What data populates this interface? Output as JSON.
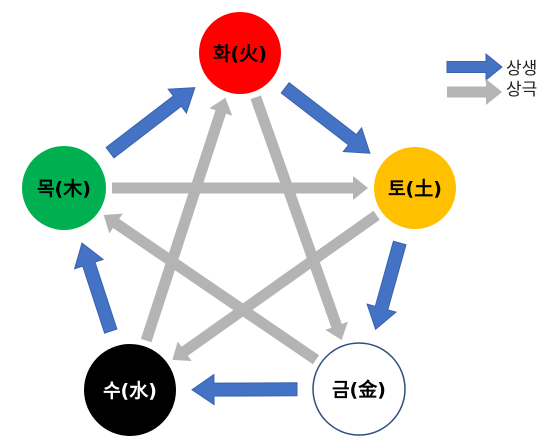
{
  "colors": {
    "generating_arrow": "#4472c4",
    "overcoming_arrow": "#b4b4b4"
  },
  "legend": {
    "generating_label": "상생",
    "overcoming_label": "상극"
  },
  "elements": {
    "fire": {
      "label": "화(火)",
      "fill": "#ff0000",
      "text_color": "#000000"
    },
    "earth": {
      "label": "토(土)",
      "fill": "#ffc000",
      "text_color": "#000000"
    },
    "metal": {
      "label": "금(金)",
      "fill": "#ffffff",
      "text_color": "#000000"
    },
    "water": {
      "label": "수(水)",
      "fill": "#000000",
      "text_color": "#ffffff"
    },
    "wood": {
      "label": "목(木)",
      "fill": "#00b050",
      "text_color": "#000000"
    }
  },
  "generating_cycle": [
    [
      "fire",
      "earth"
    ],
    [
      "earth",
      "metal"
    ],
    [
      "metal",
      "water"
    ],
    [
      "water",
      "wood"
    ],
    [
      "wood",
      "fire"
    ]
  ],
  "overcoming_cycle": [
    [
      "fire",
      "metal"
    ],
    [
      "metal",
      "wood"
    ],
    [
      "wood",
      "earth"
    ],
    [
      "earth",
      "water"
    ],
    [
      "water",
      "fire"
    ]
  ]
}
